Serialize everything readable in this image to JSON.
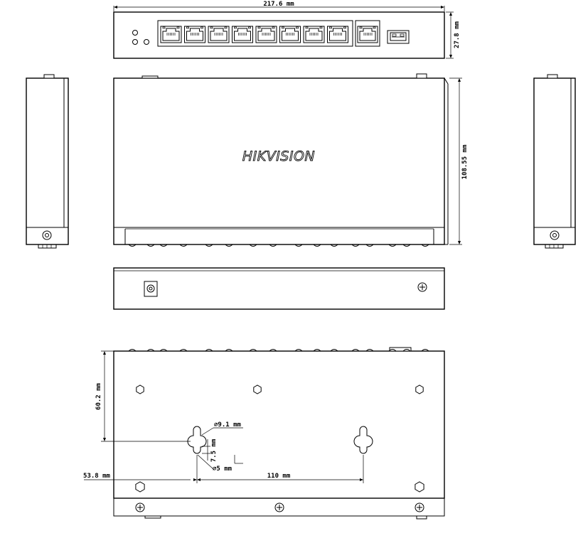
{
  "brand": "HIKVISION",
  "dimensions": {
    "width": "217.6 mm",
    "front_height": "27.8 mm",
    "depth": "108.55 mm",
    "bottom_offset_top": "60.2 mm",
    "bottom_offset_left": "53.8 mm",
    "hole_spacing": "110 mm",
    "hole_diameter_large": "∅9.1 mm",
    "hole_diameter_small": "∅5 mm",
    "slot_length": "7.5 mm"
  },
  "front_panel": {
    "rj45_ports": 9,
    "sfp_ports": 1,
    "leds": 3
  }
}
